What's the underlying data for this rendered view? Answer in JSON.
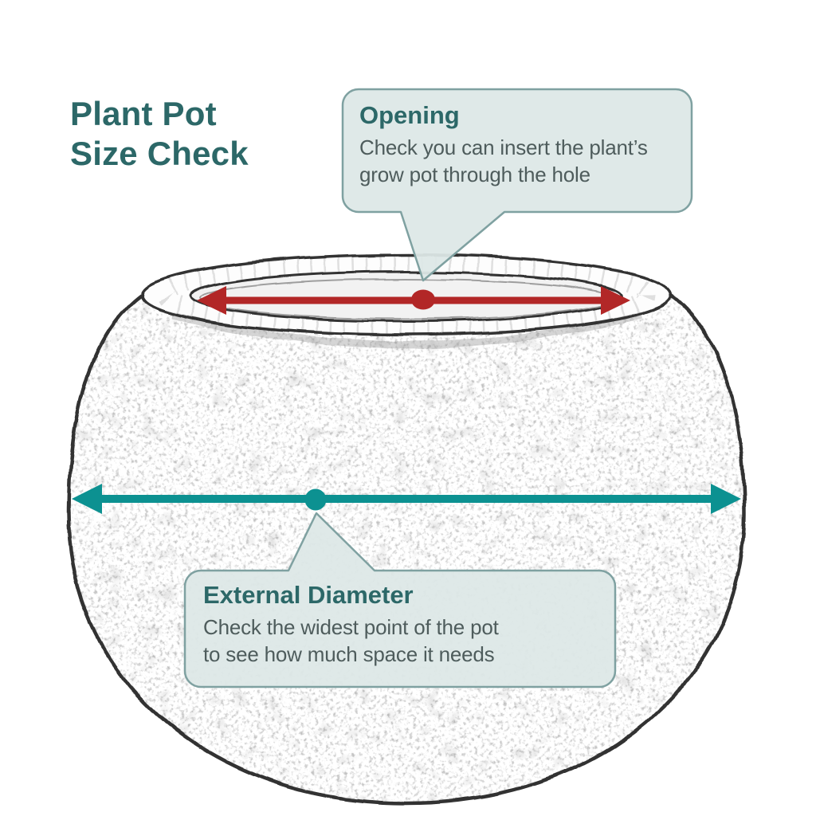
{
  "title": "Plant Pot\nSize Check",
  "callouts": [
    {
      "id": "opening",
      "heading": "Opening",
      "body": "Check you can insert the plant’s\ngrow pot through the hole"
    },
    {
      "id": "external-diameter",
      "heading": "External Diameter",
      "body": "Check the widest point of the pot\nto see how much space it needs"
    }
  ],
  "diagram": {
    "subject": "round plant pot sketch",
    "markers": [
      {
        "name": "opening-width-arrow",
        "style": "double-headed arrow with center dot",
        "color_ref": "opening_marker"
      },
      {
        "name": "external-diameter-arrow",
        "style": "double-headed arrow with center dot",
        "color_ref": "diameter_marker"
      }
    ]
  },
  "colors": {
    "title_text": "#2c6868",
    "heading_text": "#2c6868",
    "body_text": "#4e5c5c",
    "callout_bg": "#dde8e7",
    "callout_border": "#7fa1a1",
    "opening_marker": "#b22727",
    "diameter_marker": "#0c9191",
    "sketch_line": "#333333",
    "background": "#ffffff"
  }
}
